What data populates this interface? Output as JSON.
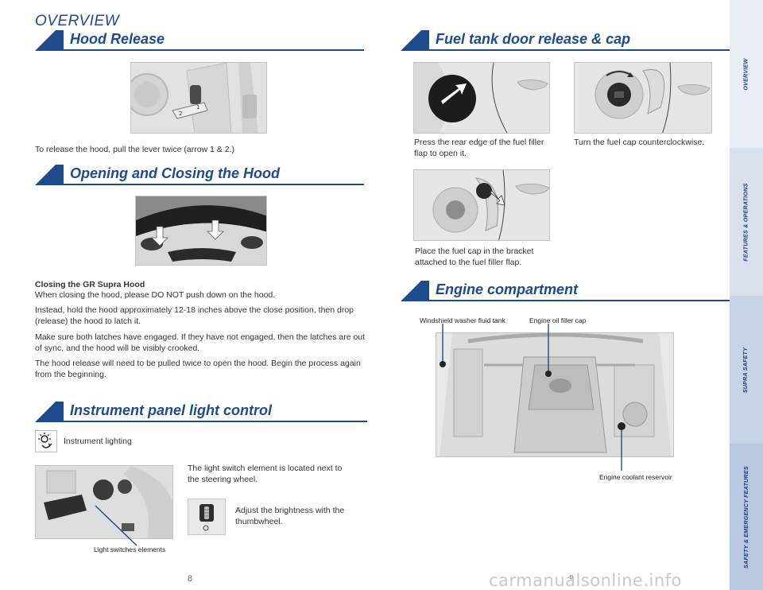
{
  "header": {
    "overview_title": "OVERVIEW"
  },
  "hood_release": {
    "title": "Hood Release",
    "caption": "To release the hood, pull the lever twice (arrow 1 & 2.)"
  },
  "opening_closing": {
    "title": "Opening and Closing the Hood",
    "subheading": "Closing the GR Supra Hood",
    "p1": "When closing the hood, please DO NOT push down on the hood.",
    "p2": "Instead, hold the hood approximately 12-18 inches above the close position, then drop (release) the hood to latch it.",
    "p3": "Make sure both latches have engaged. If they have not engaged, then the latches are out of sync, and the hood will be visibly crooked.",
    "p4": "The hood release will need to be pulled twice to open the hood. Begin the process again from the beginning."
  },
  "instrument_panel": {
    "title": "Instrument panel light control",
    "icon_label": "Instrument lighting",
    "switch_text": "The light switch element is located next to the steering wheel.",
    "thumbwheel_text": "Adjust the brightness with the thumbwheel.",
    "photo_callout": "Light switches elements"
  },
  "fuel": {
    "title": "Fuel tank door release & cap",
    "cap1": "Press the rear edge of the fuel filler flap to open it.",
    "cap2": "Turn the fuel cap counterclockwise.",
    "cap3": "Place the fuel cap in the bracket attached to the fuel filler flap."
  },
  "engine": {
    "title": "Engine compartment",
    "callout_washer": "Windshield washer fluid tank",
    "callout_oil": "Engine oil filler cap",
    "callout_coolant": "Engine coolant reservoir"
  },
  "sidebar": {
    "items": [
      {
        "label": "OVERVIEW",
        "color": "#e8edf6"
      },
      {
        "label": "FEATURES & OPERATIONS",
        "color": "#d9e1ef"
      },
      {
        "label": "SUPRA SAFETY",
        "color": "#c8d4e8"
      },
      {
        "label": "SAFETY & EMERGENCY FEATURES",
        "color": "#b9c8e1"
      }
    ]
  },
  "footer": {
    "page_left": "8",
    "page_right": "9",
    "watermark": "carmanualsonline.info"
  },
  "colors": {
    "accent": "#1e4b8c"
  }
}
